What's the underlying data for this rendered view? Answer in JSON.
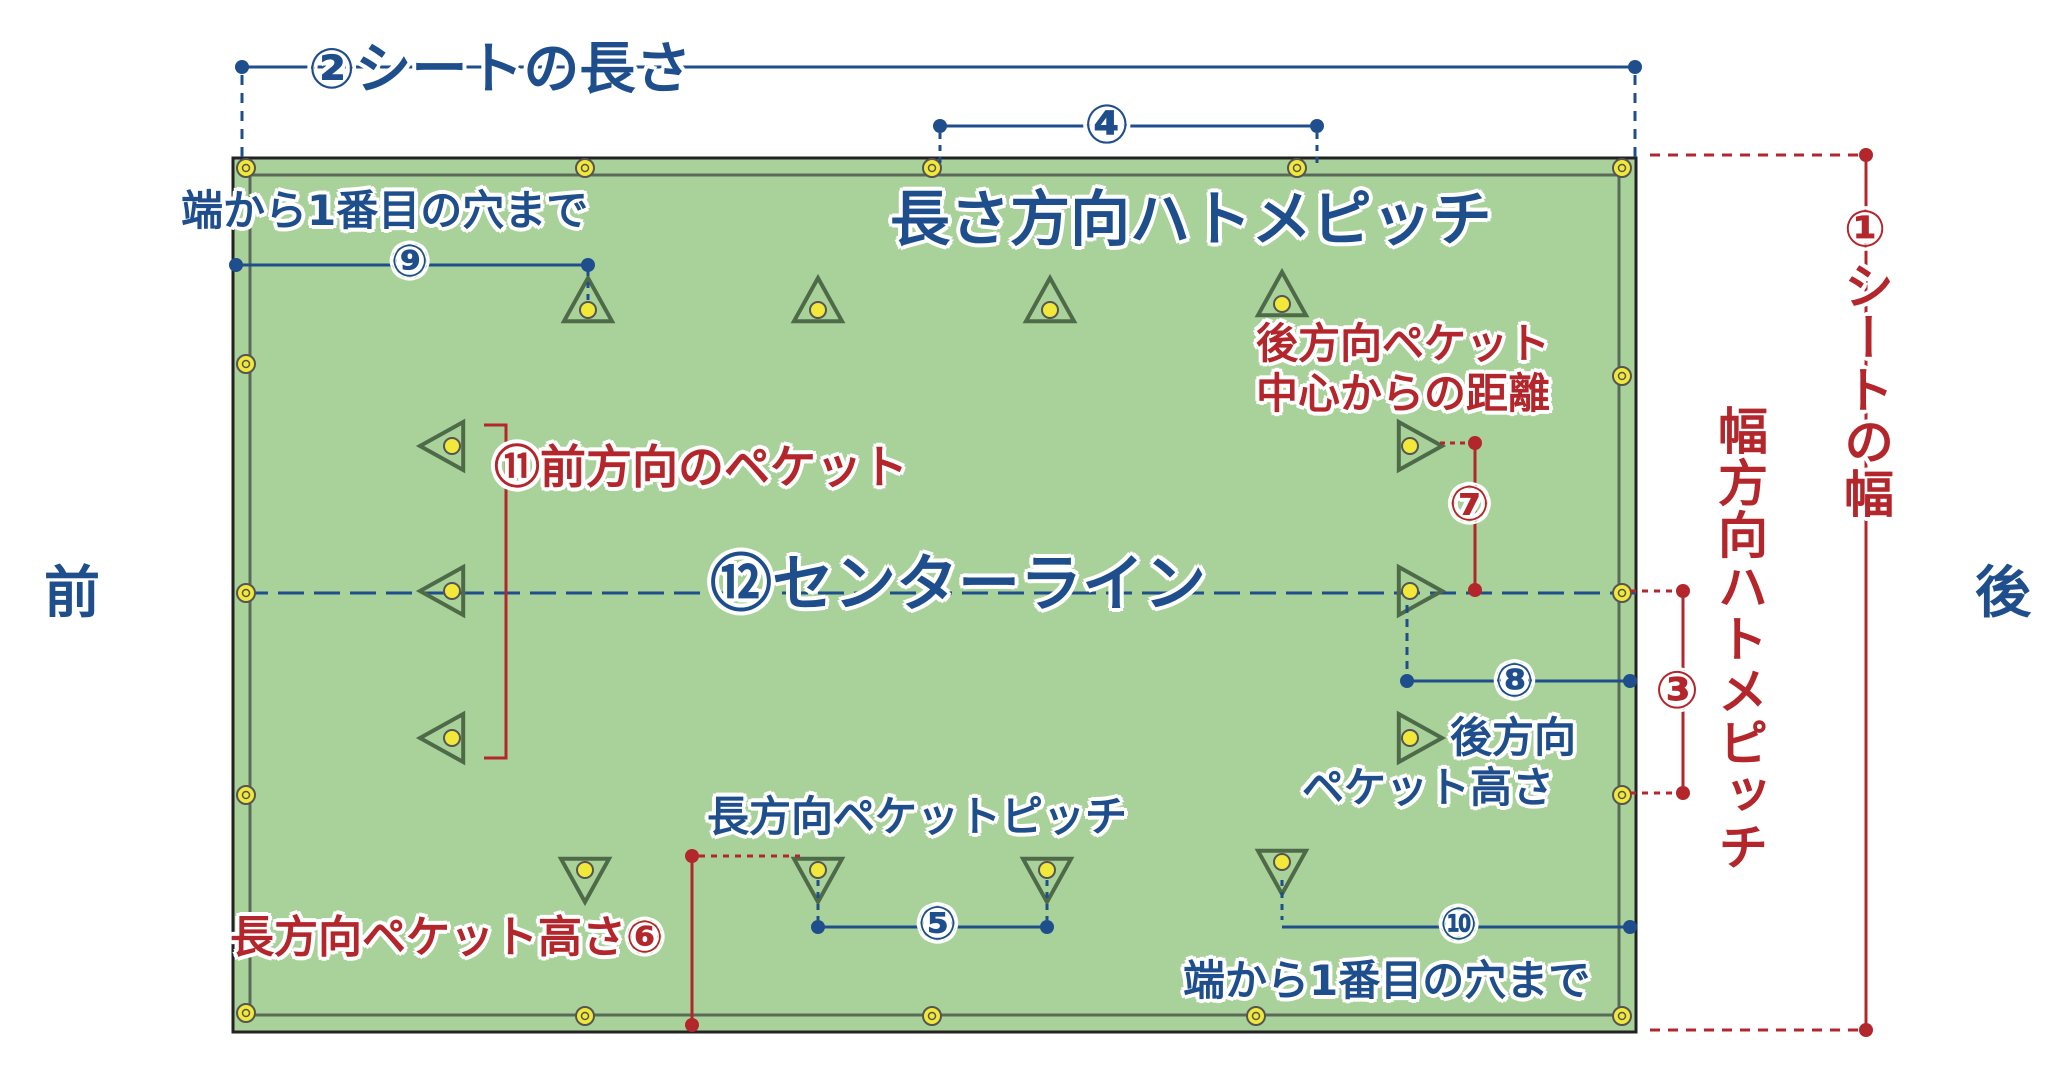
{
  "colors": {
    "sheet_fill": "#a9d29b",
    "sheet_border": "#222222",
    "inner_border": "#555555",
    "blue": "#1f4e8c",
    "red": "#b3262b",
    "grommet": "#f2e83a",
    "triangle": "#4e6a48"
  },
  "labels": {
    "front": "前",
    "back": "後",
    "sheet_length": "②シートの長さ",
    "sheet_width": "①シートの幅",
    "width_pitch": "幅方向ハトメピッチ",
    "width_pitch_num": "③",
    "length_pitch": "長さ方向ハトメピッチ",
    "length_pitch_num": "④",
    "end_to_first_hole_top": "端から1番目の穴まで",
    "end_to_first_hole_top_num": "⑨",
    "end_to_first_hole_bottom": "端から1番目の穴まで",
    "end_to_first_hole_bottom_num": "⑩",
    "front_pockets": "⑪前方向のペケット",
    "center_line": "⑫センターライン",
    "rear_pocket_dist_line1": "後方向ペケット",
    "rear_pocket_dist_line2": "中心からの距離",
    "rear_pocket_dist_num": "⑦",
    "rear_pocket_height_line1": "後方向",
    "rear_pocket_height_line2": "ペケット高さ",
    "rear_pocket_height_num": "⑧",
    "long_pocket_pitch": "長方向ペケットピッチ",
    "long_pocket_pitch_num": "⑤",
    "long_pocket_height": "長方向ペケット高さ⑥"
  }
}
